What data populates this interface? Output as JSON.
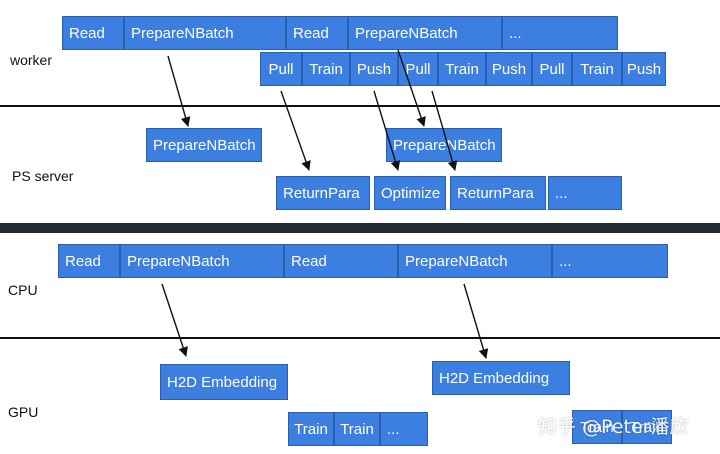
{
  "ps_diagram": {
    "worker_label": "worker",
    "ps_label": "PS server",
    "worker_row1": [
      "Read",
      "PrepareNBatch",
      "Read",
      "PrepareNBatch",
      "..."
    ],
    "worker_row2": [
      "Pull",
      "Train",
      "Push",
      "Pull",
      "Train",
      "Push",
      "Pull",
      "Train",
      "Push"
    ],
    "ps_prepare": [
      "PrepareNBatch",
      "PrepareNBatch"
    ],
    "ps_row": [
      "ReturnPara",
      "Optimize",
      "ReturnPara",
      "..."
    ]
  },
  "gpu_diagram": {
    "cpu_label": "CPU",
    "gpu_label": "GPU",
    "cpu_row": [
      "Read",
      "PrepareNBatch",
      "Read",
      "PrepareNBatch",
      "..."
    ],
    "h2d": [
      "H2D Embedding",
      "H2D Embedding"
    ],
    "train_row": [
      "Train",
      "Train",
      "..."
    ],
    "train_row2": [
      "Train",
      "Train"
    ]
  },
  "watermark": "知乎 @Peter潘欣",
  "colors": {
    "box_fill": "#3c7fe0",
    "box_border": "#2a5fb0",
    "divider": "#1f2a33"
  }
}
